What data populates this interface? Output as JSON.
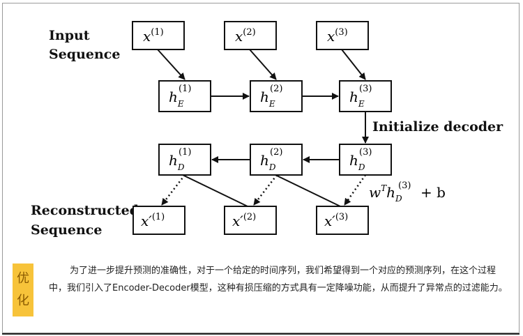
{
  "diagram": {
    "input_label": [
      "Input",
      "Sequence"
    ],
    "recon_label": [
      "Reconstructed",
      "Sequence"
    ],
    "init_decoder": "Initialize decoder",
    "inputs": [
      {
        "base": "x",
        "sup": "(1)"
      },
      {
        "base": "x",
        "sup": "(2)"
      },
      {
        "base": "x",
        "sup": "(3)"
      }
    ],
    "encoders": [
      {
        "base": "h",
        "sub": "E",
        "sup": "(1)"
      },
      {
        "base": "h",
        "sub": "E",
        "sup": "(2)"
      },
      {
        "base": "h",
        "sub": "E",
        "sup": "(3)"
      }
    ],
    "decoders": [
      {
        "base": "h",
        "sub": "D",
        "sup": "(1)"
      },
      {
        "base": "h",
        "sub": "D",
        "sup": "(2)"
      },
      {
        "base": "h",
        "sub": "D",
        "sup": "(3)"
      }
    ],
    "outputs": [
      {
        "base": "x′",
        "sup": "(1)"
      },
      {
        "base": "x′",
        "sup": "(2)"
      },
      {
        "base": "x′",
        "sup": "(3)"
      }
    ],
    "formula": {
      "w": "w",
      "T": "T",
      "h": "h",
      "D": "D",
      "sup": "(3)",
      "rest": " + b"
    }
  },
  "note": {
    "tag_chars": [
      "优",
      "化"
    ],
    "text": "为了进一步提升预测的准确性，对于一个给定的时间序列，我们希望得到一个对应的预测序列，在这个过程中，我们引入了Encoder-Decoder模型，这种有损压缩的方式具有一定降噪功能，从而提升了异常点的过滤能力。"
  },
  "colors": {
    "tag_bg": "#f7c33a",
    "tag_text": "#8a5a00"
  }
}
